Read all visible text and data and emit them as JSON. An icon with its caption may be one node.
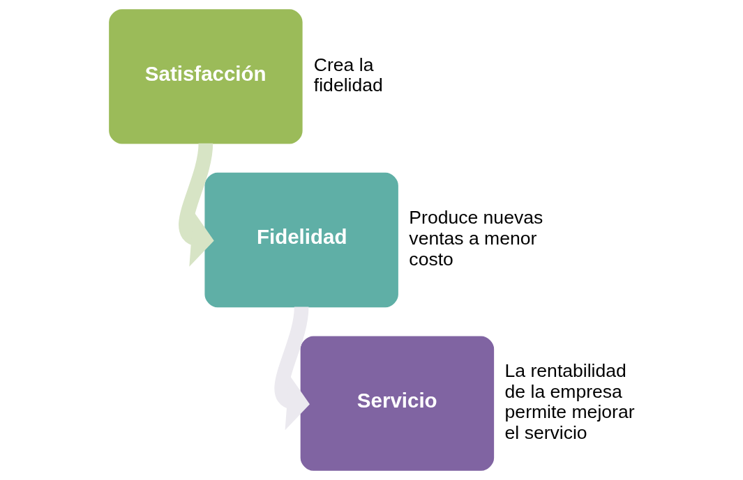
{
  "diagram": {
    "nodes": [
      {
        "text": [
          "Satisfacción"
        ],
        "beside": [
          "Crea la fidelidad"
        ]
      },
      {
        "text": [
          "Fidelidad"
        ],
        "beside": [
          "Produce nuevas ventas a menor costo"
        ]
      },
      {
        "text": [
          "Servicio"
        ],
        "beside": [
          "La rentabilidad de la empresa permite mejorar el servicio"
        ]
      }
    ],
    "edges": [
      {
        "from": 0,
        "to": 1,
        "arrow": "to",
        "color": "#d7e4c5"
      },
      {
        "from": 1,
        "to": 2,
        "arrow": "to",
        "color": "#ebe9ef"
      }
    ]
  }
}
